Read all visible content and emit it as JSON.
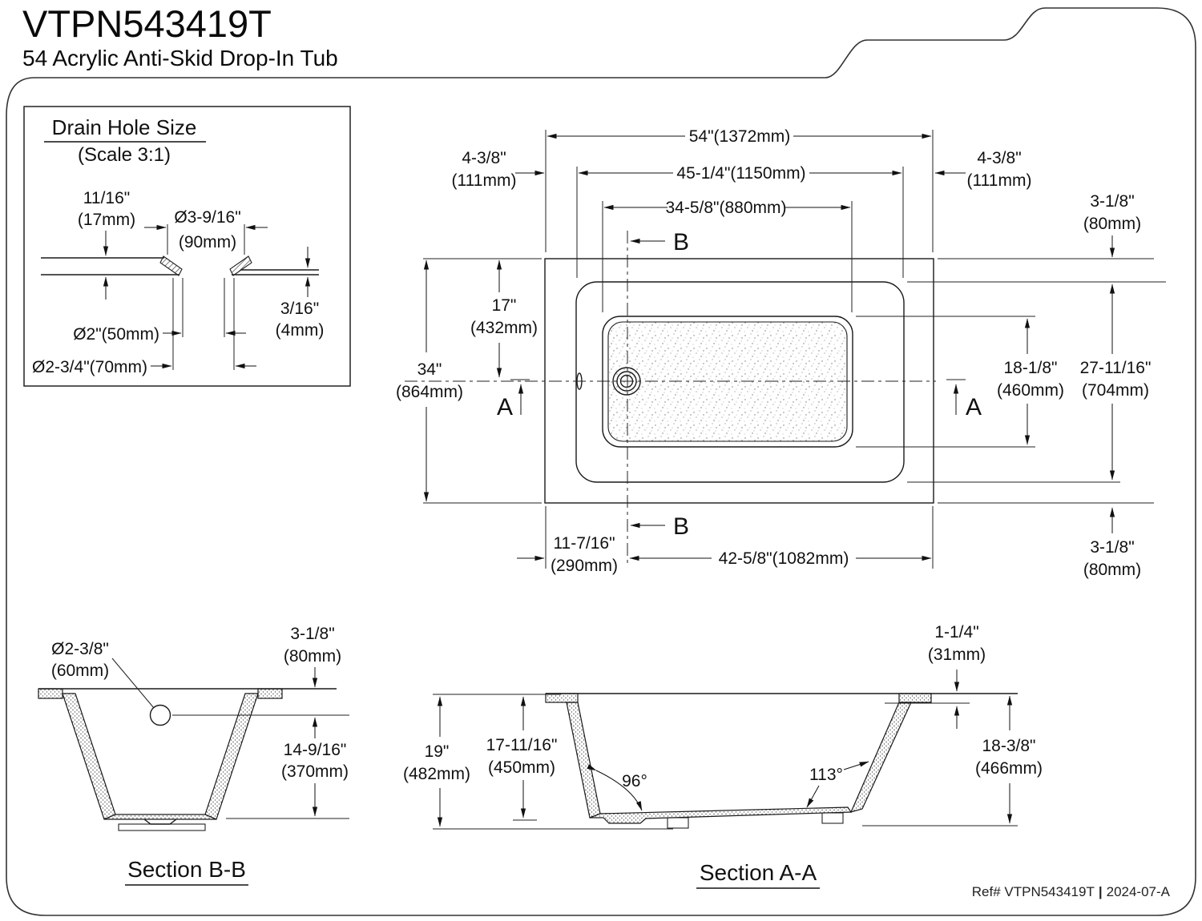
{
  "title": "VTPN543419T",
  "subtitle": "54 Acrylic Anti-Skid Drop-In Tub",
  "footer": {
    "ref": "Ref# VTPN543419T",
    "divider": "|",
    "revision": "2024-07-A"
  },
  "drain_detail": {
    "heading": "Drain Hole Size",
    "scale_note": "(Scale 3:1)",
    "lip_height_in": "11/16\"",
    "lip_height_mm": "(17mm)",
    "top_dia_in": "Ø3-9/16\"",
    "top_dia_mm": "(90mm)",
    "throat_dia": "Ø2\"(50mm)",
    "outer_dia": "Ø2-3/4\"(70mm)",
    "floor_thk_in": "3/16\"",
    "floor_thk_mm": "(4mm)"
  },
  "top_view": {
    "overall_length": "54\"(1372mm)",
    "rim_length": "45-1/4\"(1150mm)",
    "pad_length": "34-5/8\"(880mm)",
    "deck_left_in": "4-3/8\"",
    "deck_left_mm": "(111mm)",
    "deck_right_in": "4-3/8\"",
    "deck_right_mm": "(111mm)",
    "rim_top_in": "3-1/8\"",
    "rim_top_mm": "(80mm)",
    "rim_bottom_in": "3-1/8\"",
    "rim_bottom_mm": "(80mm)",
    "overall_width_in": "34\"",
    "overall_width_mm": "(864mm)",
    "centerline_in": "17\"",
    "centerline_mm": "(432mm)",
    "pad_width_in": "18-1/8\"",
    "pad_width_mm": "(460mm)",
    "rim_width_in": "27-11/16\"",
    "rim_width_mm": "(704mm)",
    "drain_left_in": "11-7/16\"",
    "drain_left_mm": "(290mm)",
    "drain_right": "42-5/8\"(1082mm)",
    "marker_a": "A",
    "marker_b": "B"
  },
  "section_bb": {
    "label": "Section B-B",
    "overflow_dia_in": "Ø2-3/8\"",
    "overflow_dia_mm": "(60mm)",
    "overflow_offset_in": "3-1/8\"",
    "overflow_offset_mm": "(80mm)",
    "depth_in": "14-9/16\"",
    "depth_mm": "(370mm)"
  },
  "section_aa": {
    "label": "Section A-A",
    "overall_height_in": "19\"",
    "overall_height_mm": "(482mm)",
    "inner_depth_in": "17-11/16\"",
    "inner_depth_mm": "(450mm)",
    "head_angle": "96°",
    "foot_angle": "113°",
    "flange_in": "1-1/4\"",
    "flange_mm": "(31mm)",
    "rim_height_in": "18-3/8\"",
    "rim_height_mm": "(466mm)"
  }
}
